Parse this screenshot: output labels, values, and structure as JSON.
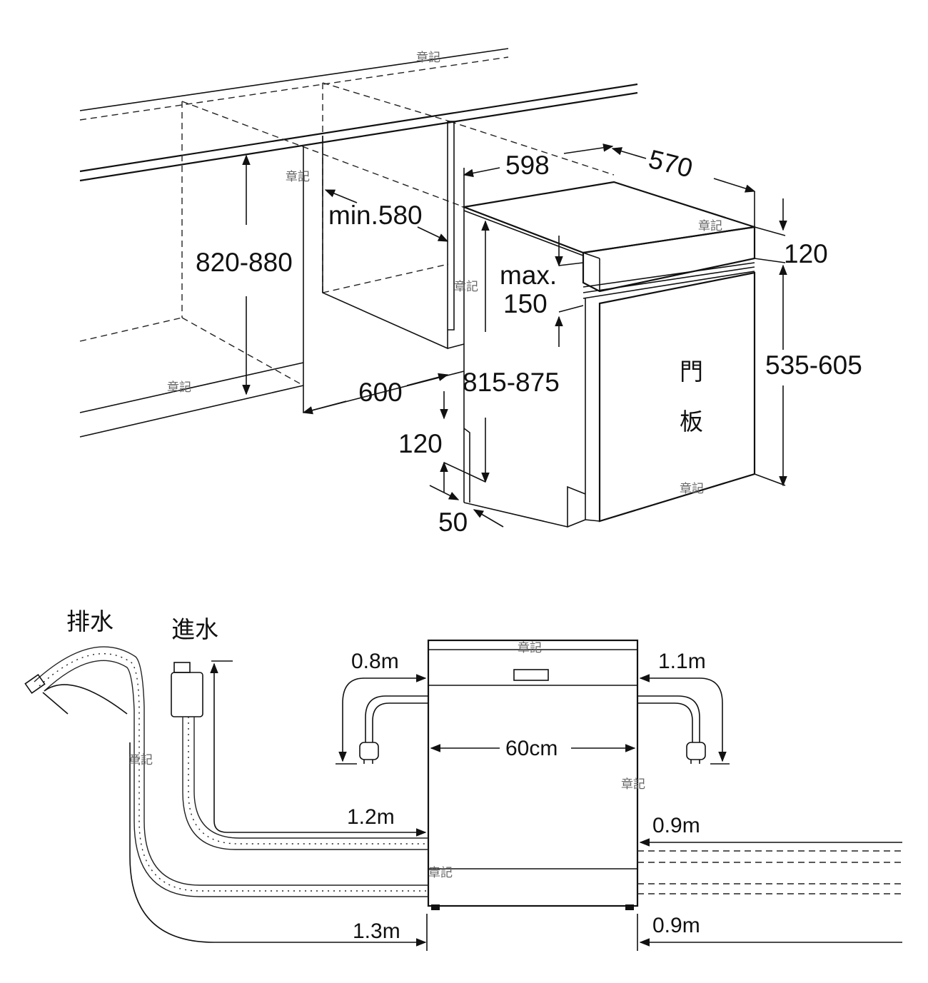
{
  "top_view": {
    "dim_598": "598",
    "dim_570": "570",
    "dim_min580": "min.580",
    "dim_820_880": "820-880",
    "dim_600": "600",
    "dim_120_top": "120",
    "dim_max": "max.",
    "dim_150": "150",
    "dim_815_875": "815-875",
    "dim_535_605": "535-605",
    "dim_120_bottom": "120",
    "dim_50": "50",
    "door_panel_char1": "門",
    "door_panel_char2": "板"
  },
  "bottom_view": {
    "drain_label": "排水",
    "inlet_label": "進水",
    "dim_0_8m": "0.8m",
    "dim_1_1m": "1.1m",
    "dim_60cm": "60cm",
    "dim_1_2m": "1.2m",
    "dim_0_9m_a": "0.9m",
    "dim_0_9m_b": "0.9m",
    "dim_1_3m": "1.3m"
  },
  "watermark": "章記"
}
